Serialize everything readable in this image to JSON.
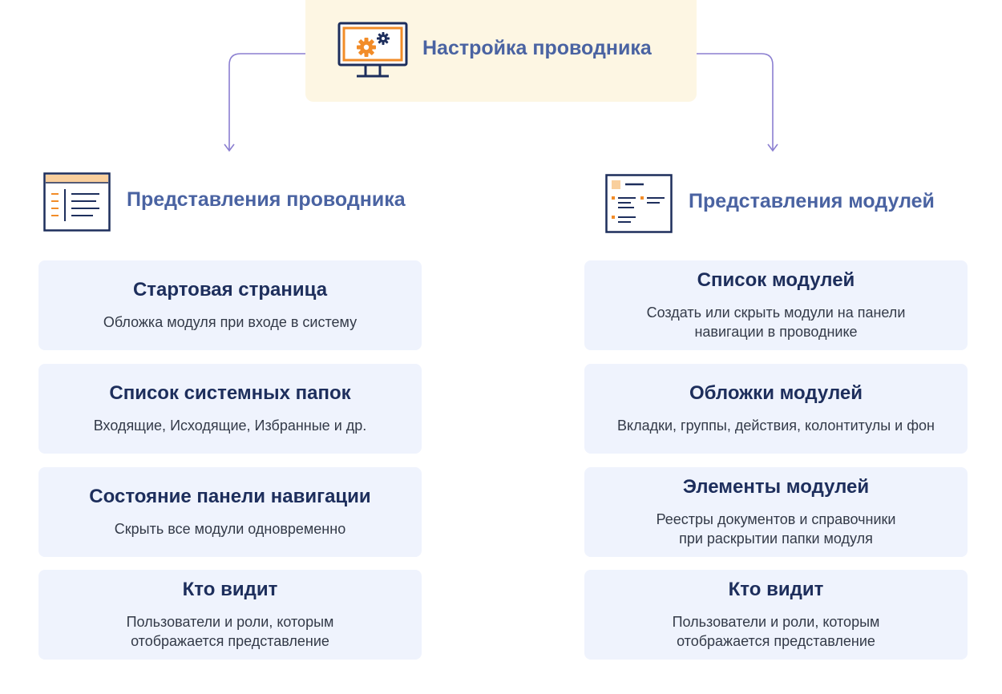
{
  "root": {
    "title": "Настройка проводника",
    "icon": "monitor-gears-icon"
  },
  "colors": {
    "root_bg": "#fdf6e3",
    "card_bg": "#eff3fd",
    "heading": "#4a63a2",
    "card_title": "#1d2e5c",
    "connector": "#8b7fd1",
    "accent_orange": "#f28c28",
    "icon_dark": "#1d2e5c"
  },
  "left": {
    "title": "Представления проводника",
    "icon": "explorer-views-icon",
    "cards": [
      {
        "title": "Стартовая страница",
        "desc": "Обложка модуля при входе в систему"
      },
      {
        "title": "Список системных папок",
        "desc": "Входящие, Исходящие, Избранные и др."
      },
      {
        "title": "Состояние панели навигации",
        "desc": "Скрыть все модули одновременно"
      },
      {
        "title": "Кто видит",
        "desc": "Пользователи и роли, которым\nотображается представление"
      }
    ]
  },
  "right": {
    "title": "Представления модулей",
    "icon": "module-views-icon",
    "cards": [
      {
        "title": "Список модулей",
        "desc": "Создать или скрыть модули на панели\nнавигации в проводнике"
      },
      {
        "title": "Обложки модулей",
        "desc": "Вкладки, группы, действия, колонтитулы и фон"
      },
      {
        "title": "Элементы модулей",
        "desc": "Реестры документов и справочники\nпри раскрытии папки модуля"
      },
      {
        "title": "Кто видит",
        "desc": "Пользователи и роли, которым\nотображается представление"
      }
    ]
  }
}
